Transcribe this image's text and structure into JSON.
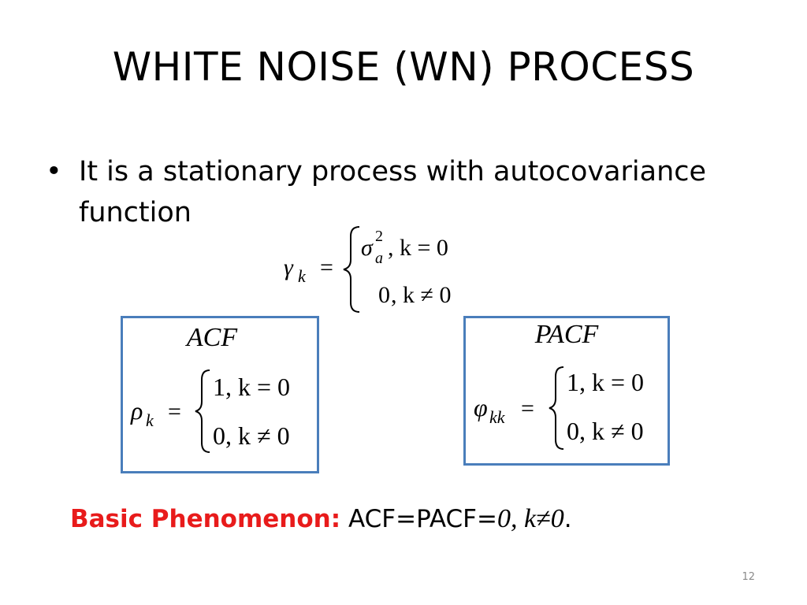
{
  "slide": {
    "title": "WHITE NOISE (WN) PROCESS",
    "bullet": {
      "symbol": "•",
      "text": "It is a stationary process with autocovariance function"
    },
    "autocovariance_eq": {
      "lhs_symbol": "γ",
      "lhs_sub": "k",
      "eq": "=",
      "case1_value_symbol": "σ",
      "case1_value_sup": "2",
      "case1_value_sub": "a",
      "case1_cond": ", k = 0",
      "case2_value": "0",
      "case2_cond": ", k ≠ 0"
    },
    "acf_box": {
      "label": "ACF",
      "lhs_symbol": "ρ",
      "lhs_sub": "k",
      "eq": "=",
      "case1": "1, k = 0",
      "case1_value": "1",
      "case1_cond": ", k = 0",
      "case2_value": "0",
      "case2_cond": ", k ≠ 0"
    },
    "pacf_box": {
      "label": "PACF",
      "lhs_symbol": "φ",
      "lhs_sub": "kk",
      "eq": "=",
      "case1_value": "1",
      "case1_cond": ", k = 0",
      "case2_value": "0",
      "case2_cond": ", k ≠ 0"
    },
    "basic": {
      "label": "Basic Phenomenon:",
      "text_part1": " ACF=PACF=",
      "math": "0, k≠0",
      "end": "."
    },
    "page_number": "12",
    "colors": {
      "box_border": "#4a7ebb",
      "basic_label": "#e81b1b",
      "page_number": "#8a8a8a"
    }
  }
}
